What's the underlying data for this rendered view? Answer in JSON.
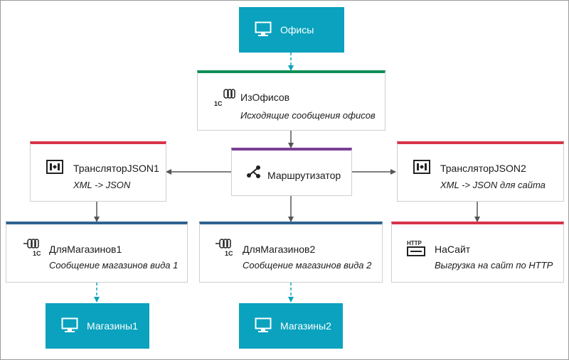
{
  "terminals": {
    "offices": {
      "label": "Офисы",
      "icon": "monitor-icon"
    },
    "stores1": {
      "label": "Магазины1",
      "icon": "monitor-icon"
    },
    "stores2": {
      "label": "Магазины2",
      "icon": "monitor-icon"
    }
  },
  "nodes": {
    "from_offices": {
      "title": "ИзОфисов",
      "desc": "Исходящие сообщения офисов",
      "icon": "1c-queue-icon"
    },
    "translator1": {
      "title": "ТрансляторJSON1",
      "desc": "XML -> JSON",
      "icon": "translator-icon"
    },
    "router": {
      "title": "Маршрутизатор",
      "icon": "router-icon"
    },
    "translator2": {
      "title": "ТрансляторJSON2",
      "desc": "XML -> JSON для сайта",
      "icon": "translator-icon"
    },
    "for_stores1": {
      "title": "ДляМагазинов1",
      "desc": "Сообщение магазинов вида 1",
      "icon": "1c-endpoint-icon"
    },
    "for_stores2": {
      "title": "ДляМагазинов2",
      "desc": "Сообщение магазинов вида 2",
      "icon": "1c-endpoint-icon"
    },
    "to_site": {
      "title": "НаСайт",
      "desc": "Выгрузка на сайт по HTTP",
      "icon": "http-icon"
    }
  },
  "colors": {
    "terminal": "#0aa2be",
    "green": "#0f8f55",
    "red": "#d8344a",
    "purple": "#7a3f95",
    "blue": "#2e6390",
    "arrow": "#555555",
    "dashed_arrow": "#0aa2be"
  }
}
